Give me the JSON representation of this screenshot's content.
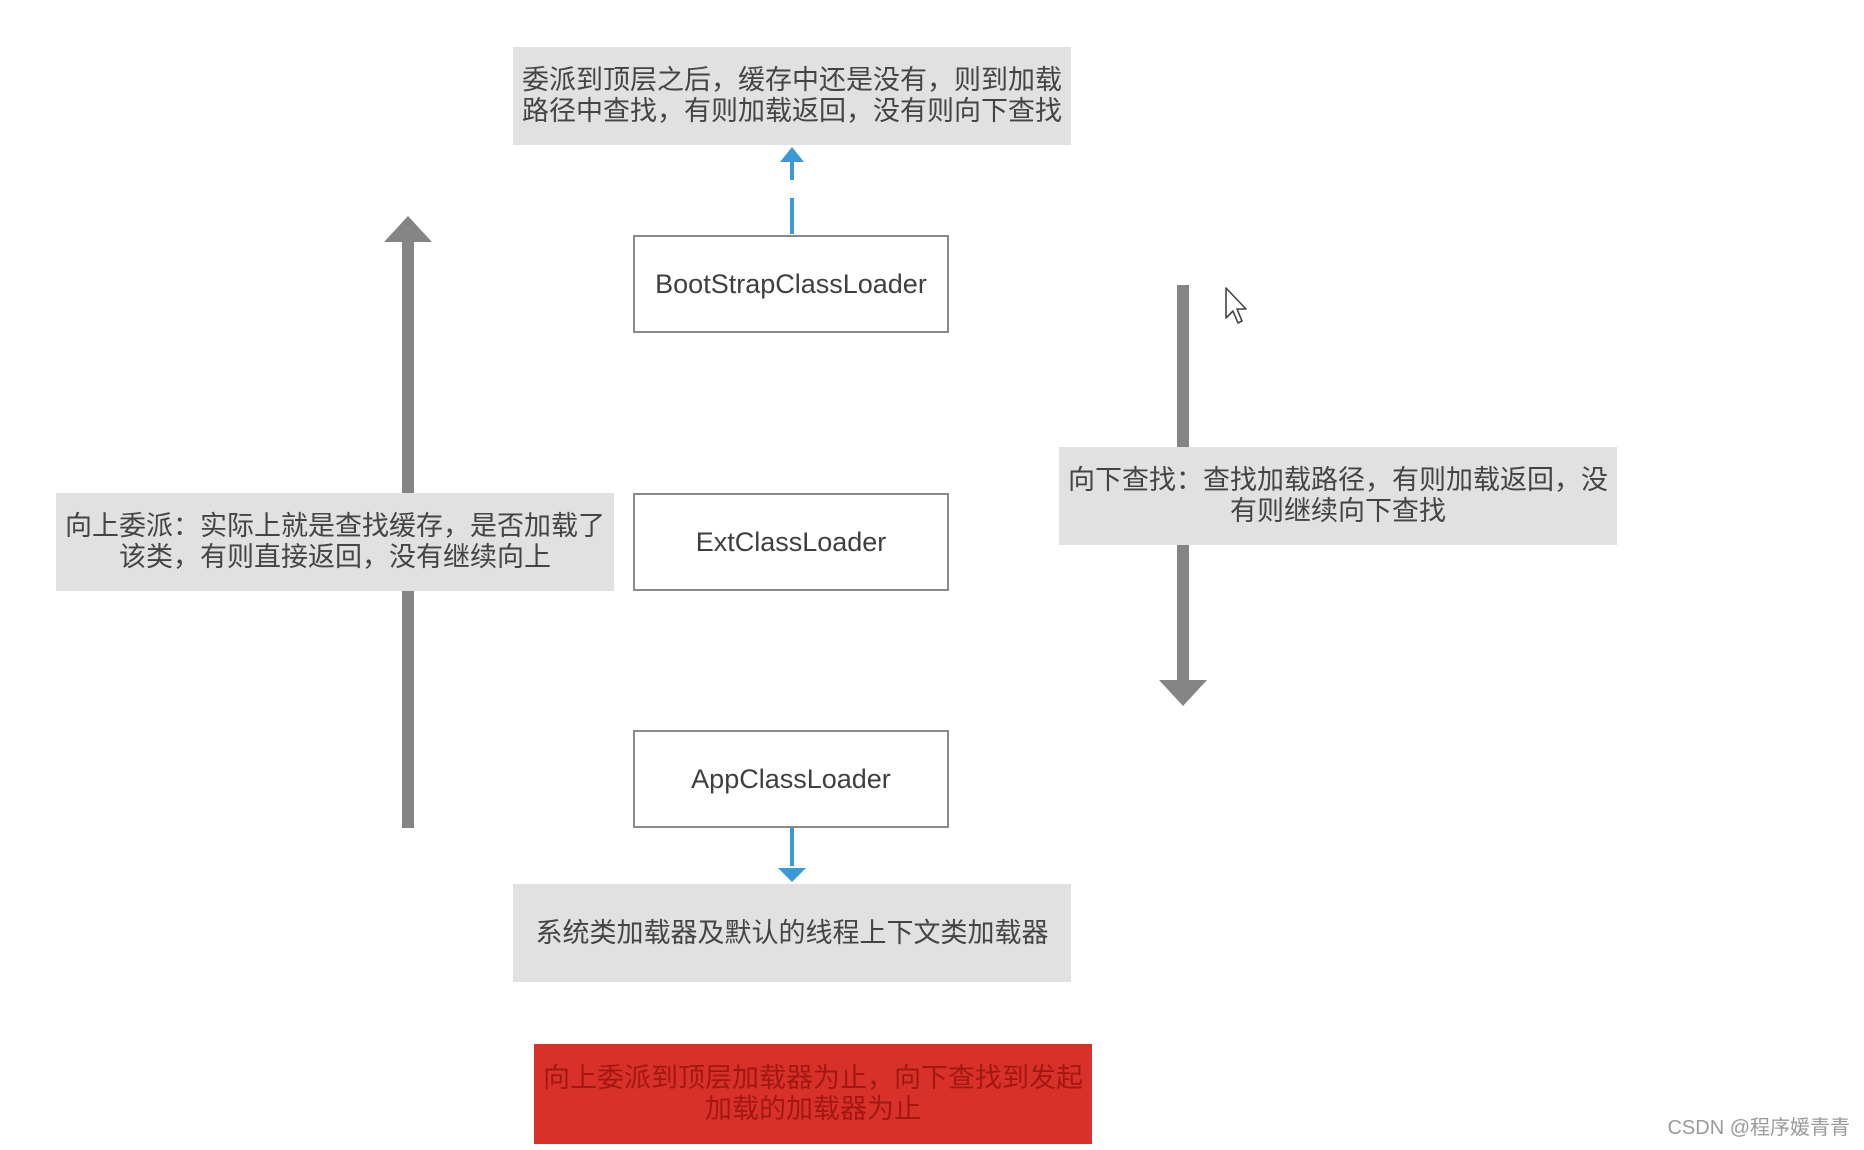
{
  "notes": {
    "top": {
      "line1": "委派到顶层之后，缓存中还是没有，则到加载",
      "line2": "路径中查找，有则加载返回，没有则向下查找"
    },
    "left": {
      "line1": "向上委派：实际上就是查找缓存，是否加载了",
      "line2": "该类，有则直接返回，没有继续向上"
    },
    "right": {
      "line1": "向下查找：查找加载路径，有则加载返回，没",
      "line2": "有则继续向下查找"
    },
    "bottom": {
      "text": "系统类加载器及默认的线程上下文类加载器"
    }
  },
  "loaders": {
    "bootstrap": "BootStrapClassLoader",
    "ext": "ExtClassLoader",
    "app": "AppClassLoader"
  },
  "summary": {
    "line1": "向上委派到顶层加载器为止，向下查找到发起",
    "line2": "加载的加载器为止"
  },
  "watermark": "CSDN @程序媛青青",
  "colors": {
    "note_bg": "#e1e1e1",
    "big_arrow": "#858585",
    "blue_arrow": "#3a9ad6",
    "summary_bg": "#d8312a"
  },
  "icons": {
    "cursor": "mouse-pointer-icon"
  }
}
